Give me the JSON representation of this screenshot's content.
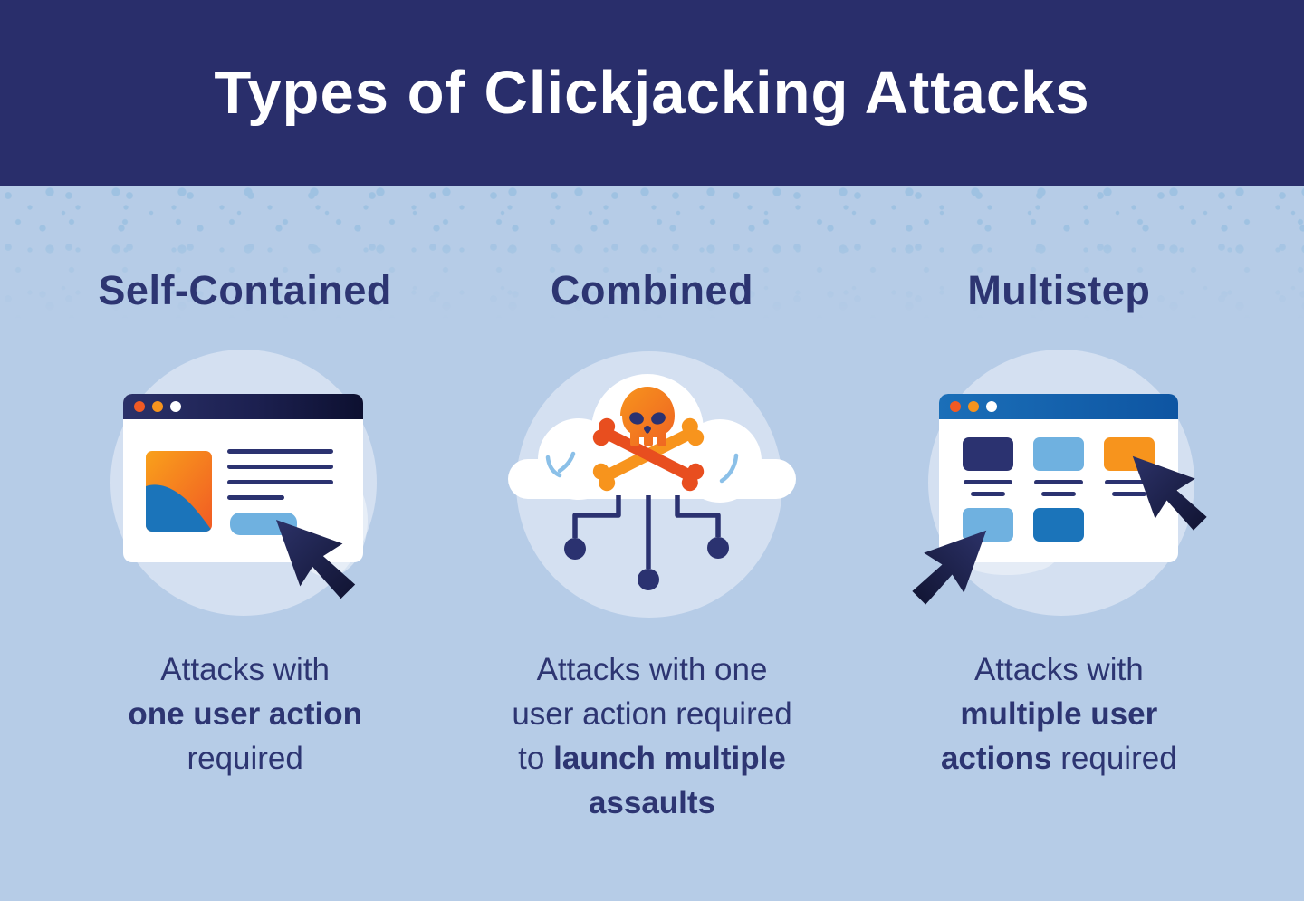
{
  "title": "Types of Clickjacking Attacks",
  "colors": {
    "header_navy": "#292e6b",
    "bg_blue": "#b6cce7",
    "speckle_blue": "#9fc2e2",
    "circle_blue": "#d4e0f1",
    "navy_text": "#2d3572",
    "navy_ink": "#2b3270",
    "cursor_navy": "#23295c",
    "orange": "#f7941d",
    "orange_red": "#f15a24",
    "red_orange": "#e84e1f",
    "light_blue": "#6fb1e0",
    "medium_blue": "#1b74ba",
    "browser_blue": "#1566b3",
    "cloud_white": "#ffffff",
    "accent_blue": "#8bc0e8",
    "title_white": "#ffffff"
  },
  "columns": [
    {
      "heading": "Self-Contained",
      "icon": "browser-one-click-icon",
      "caption_lines": [
        [
          {
            "t": "Attacks with",
            "b": false
          }
        ],
        [
          {
            "t": "one user action",
            "b": true
          }
        ],
        [
          {
            "t": "required",
            "b": false
          }
        ]
      ]
    },
    {
      "heading": "Combined",
      "icon": "skull-cloud-network-icon",
      "caption_lines": [
        [
          {
            "t": "Attacks with one",
            "b": false
          }
        ],
        [
          {
            "t": "user action required",
            "b": false
          }
        ],
        [
          {
            "t": "to ",
            "b": false
          },
          {
            "t": "launch multiple",
            "b": true
          }
        ],
        [
          {
            "t": "assaults",
            "b": true
          }
        ]
      ]
    },
    {
      "heading": "Multistep",
      "icon": "browser-multi-click-icon",
      "caption_lines": [
        [
          {
            "t": "Attacks with",
            "b": false
          }
        ],
        [
          {
            "t": "multiple user",
            "b": true
          }
        ],
        [
          {
            "t": "actions",
            "b": true
          },
          {
            "t": " required",
            "b": false
          }
        ]
      ]
    }
  ]
}
